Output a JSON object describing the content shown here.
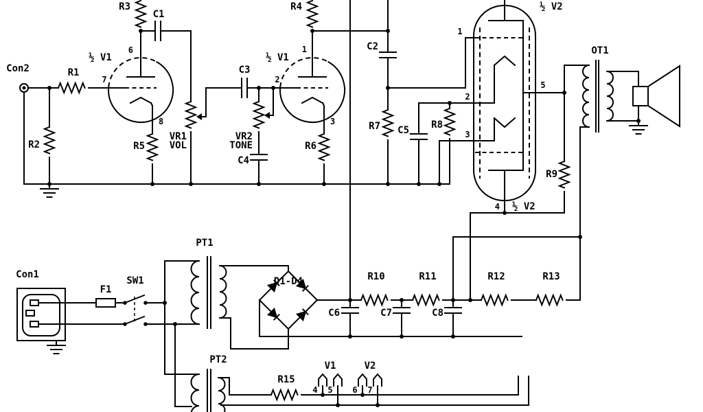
{
  "colors": {
    "ink": "#000000",
    "paper": "#ffffff"
  },
  "labels": {
    "con2": "Con2",
    "r1": "R1",
    "r2": "R2",
    "r3": "R3",
    "r4": "R4",
    "r5": "R5",
    "r6": "R6",
    "r7": "R7",
    "r8": "R8",
    "r9": "R9",
    "c1": "C1",
    "c2": "C2",
    "c3": "C3",
    "c4": "C4",
    "c5": "C5",
    "v1a": "½ V1",
    "v1a_pin6": "6",
    "v1a_pin7": "7",
    "v1a_pin8": "8",
    "v1b": "½ V1",
    "v1b_pin1": "1",
    "v1b_pin2": "2",
    "v1b_pin3": "3",
    "vr1": "VR1",
    "vr1_func": "VOL",
    "vr2": "VR2",
    "vr2_func": "TONE",
    "v2_pin1": "1",
    "v2_pin2": "2",
    "v2_pin3": "3",
    "v2_pin4": "4",
    "v2_pin5": "5",
    "v2_top": "½ V2",
    "v2_bottom": "½ V2",
    "ot1": "OT1",
    "con1": "Con1",
    "f1": "F1",
    "sw1": "SW1",
    "pt1": "PT1",
    "pt2": "PT2",
    "bridge": "D1-D4",
    "c6": "C6",
    "c7": "C7",
    "c8": "C8",
    "r10": "R10",
    "r11": "R11",
    "r12": "R12",
    "r13": "R13",
    "r15": "R15",
    "v1_heater": "V1",
    "v2_heater": "V2",
    "hpin4": "4",
    "hpin5": "5",
    "hpin6": "6",
    "hpin7": "7"
  }
}
